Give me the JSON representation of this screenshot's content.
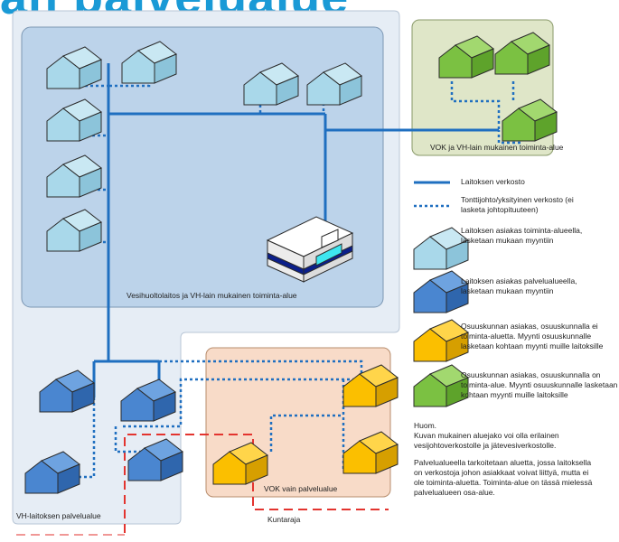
{
  "title": "an palvelualue",
  "areas": {
    "service_area": "VH-laitoksen palvelualue",
    "operating_area": "Vesihuoltolaitos ja VH-lain mukainen toiminta-alue",
    "vok_area": "VOK ja VH-lain mukainen toiminta-alue",
    "vok_service_area": "VOK vain palvelualue",
    "municipal_border": "Kuntaraja"
  },
  "legend": {
    "network": "Laitoksen verkosto",
    "private_network_1": "Tonttijohto/yksityinen verkosto (ei",
    "private_network_2": "lasketa johtopituuteen)",
    "light_blue_1": "Laitoksen asiakas toiminta-alueella,",
    "light_blue_2": "lasketaan mukaan myyntiin",
    "dark_blue_1": "Laitoksen asiakas palvelualueella,",
    "dark_blue_2": "lasketaan mukaan myyntiin",
    "orange_1": "Osuuskunnan asiakas, osuuskunnalla ei",
    "orange_2": "toiminta-aluetta. Myynti osuuskunnalle",
    "orange_3": "lasketaan kohtaan myynti muille laitoksille",
    "green_1": "Osuuskunnan asiakas, osuuskunnalla on",
    "green_2": "toiminta-alue. Myynti osuuskunnalle lasketaan",
    "green_3": "kohtaan myynti muille laitoksille"
  },
  "note": {
    "line1": "Huom.",
    "line2": "Kuvan mukainen aluejako voi olla erilainen",
    "line3": "vesijohtoverkostolle ja jätevesiverkostolle.",
    "line4": "Palvelualueella tarkoitetaan aluetta, jossa laitoksella",
    "line5": "on verkostoja johon asiakkaat voivat liittyä, mutta ei",
    "line6": "ole toiminta-aluetta. Toiminta-alue on tässä mielessä",
    "line7": "palvelualueen osa-alue."
  },
  "colors": {
    "light_blue": "#a9d8ea",
    "dark_blue": "#4a86d0",
    "orange": "#fbbf00",
    "green": "#7bc142",
    "network": "#1f6fc0",
    "border": "#e3342f"
  }
}
